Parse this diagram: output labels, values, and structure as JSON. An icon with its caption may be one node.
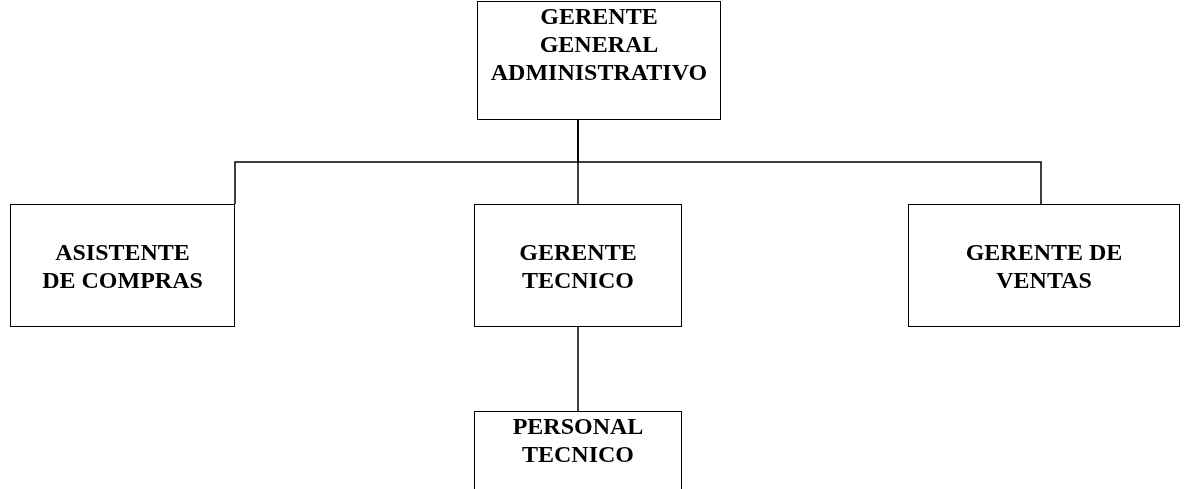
{
  "diagram": {
    "nodes": [
      {
        "text": [
          "GERENTE GENERAL ADMINISTRATIVO"
        ]
      },
      {
        "text": [
          "ASISTENTE DE COMPRAS"
        ]
      },
      {
        "text": [
          "GERENTE TECNICO"
        ]
      },
      {
        "text": [
          "GERENTE DE VENTAS"
        ]
      },
      {
        "text": [
          "PERSONAL TECNICO"
        ]
      }
    ],
    "edges": [
      {
        "from": 0,
        "to": 1,
        "arrow": "none"
      },
      {
        "from": 0,
        "to": 2,
        "arrow": "none"
      },
      {
        "from": 0,
        "to": 3,
        "arrow": "none"
      },
      {
        "from": 2,
        "to": 4,
        "arrow": "none"
      }
    ]
  }
}
